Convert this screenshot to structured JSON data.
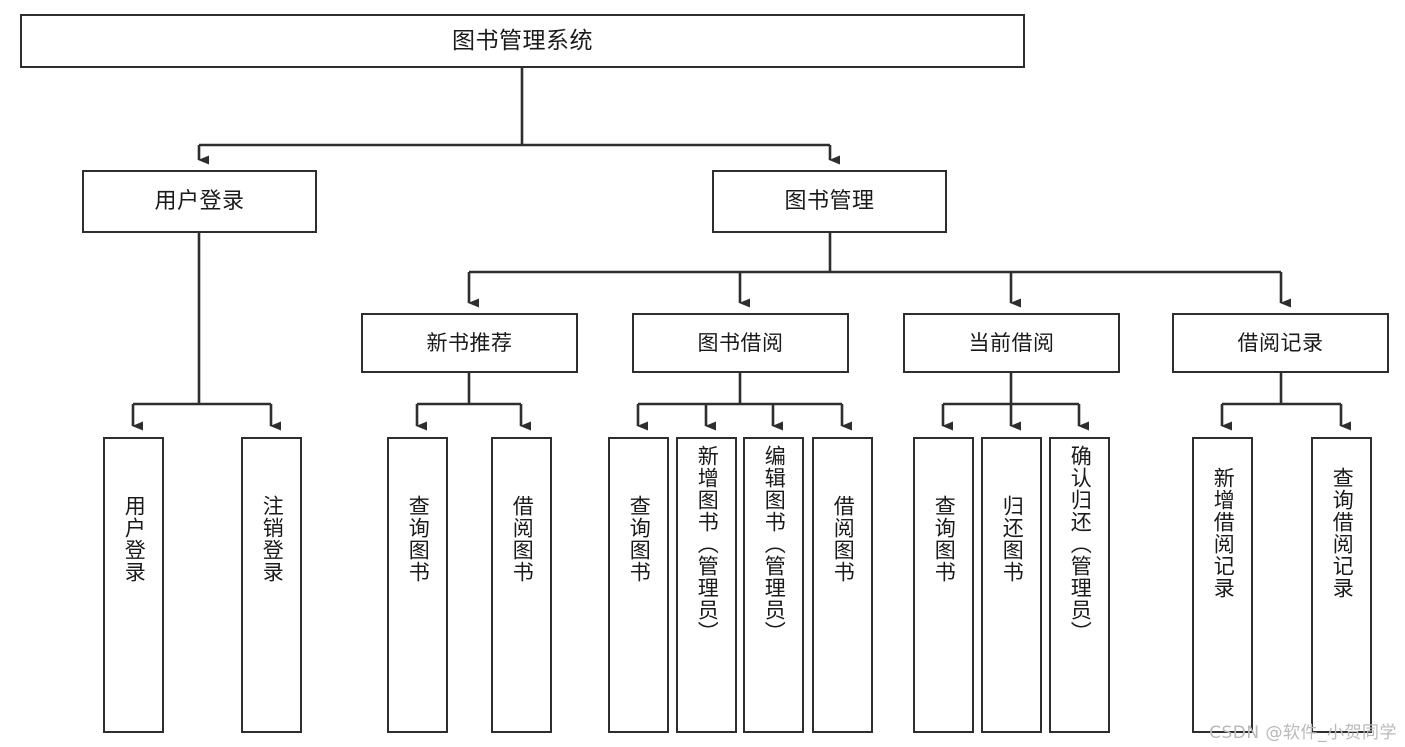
{
  "diagram": {
    "type": "tree",
    "title": "图书管理系统",
    "colors": {
      "box_border": "#2e2e2e",
      "box_fill": "#ffffff",
      "connector": "#2e2e2e",
      "text": "#1a1a1a",
      "watermark": "#b9b9b9"
    },
    "nodes": {
      "root": {
        "label": "图书管理系统"
      },
      "level2": [
        {
          "id": "user-login",
          "label": "用户登录"
        },
        {
          "id": "book-management",
          "label": "图书管理"
        }
      ],
      "level3": [
        {
          "id": "new-book-recommend",
          "label": "新书推荐"
        },
        {
          "id": "book-borrow",
          "label": "图书借阅"
        },
        {
          "id": "current-borrow",
          "label": "当前借阅"
        },
        {
          "id": "borrow-record",
          "label": "借阅记录"
        }
      ],
      "leaves": {
        "user-login": [
          {
            "id": "leaf-user-login",
            "label": "用户登录"
          },
          {
            "id": "leaf-logout-login",
            "label": "注销登录"
          }
        ],
        "new-book-recommend": [
          {
            "id": "leaf-query-book-1",
            "label": "查询图书"
          },
          {
            "id": "leaf-borrow-book-1",
            "label": "借阅图书"
          }
        ],
        "book-borrow": [
          {
            "id": "leaf-query-book-2",
            "label": "查询图书"
          },
          {
            "id": "leaf-add-book-admin",
            "label": "新增图书（管理员）"
          },
          {
            "id": "leaf-edit-book-admin",
            "label": "编辑图书（管理员）"
          },
          {
            "id": "leaf-borrow-book-2",
            "label": "借阅图书"
          }
        ],
        "current-borrow": [
          {
            "id": "leaf-query-book-3",
            "label": "查询图书"
          },
          {
            "id": "leaf-return-book",
            "label": "归还图书"
          },
          {
            "id": "leaf-confirm-return-admin",
            "label": "确认归还（管理员）"
          }
        ],
        "borrow-record": [
          {
            "id": "leaf-add-borrow-record",
            "label": "新增借阅记录"
          },
          {
            "id": "leaf-query-borrow-record",
            "label": "查询借阅记录"
          }
        ]
      }
    }
  },
  "watermark": {
    "text": "CSDN @软件_小贺同学"
  }
}
